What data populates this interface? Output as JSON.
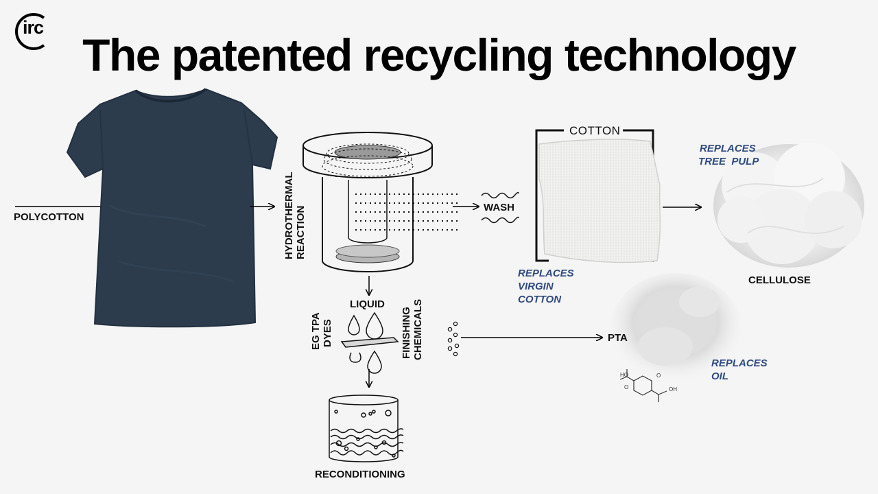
{
  "logo": {
    "text": "irc"
  },
  "title": "The patented recycling technology",
  "labels": {
    "input": "POLYCOTTON",
    "process_line1": "HYDROTHERMAL",
    "process_line2": "REACTION",
    "wash": "WASH",
    "cotton": "COTTON",
    "cotton_replaces": [
      "REPLACES",
      "VIRGIN",
      "COTTON"
    ],
    "cellulose_replaces": [
      "REPLACES",
      "TREE  PULP"
    ],
    "cellulose": "CELLULOSE",
    "liquid": "LIQUID",
    "liquid_left_line1": "EG TPA",
    "liquid_left_line2": "DYES",
    "liquid_right_line1": "FINISHING",
    "liquid_right_line2": "CHEMICALS",
    "pta": "PTA",
    "pta_replaces": [
      "REPLACES",
      "OIL"
    ],
    "reconditioning": "RECONDITIONING",
    "molecule_ho": "HO",
    "molecule_oh": "OH",
    "molecule_o1": "O",
    "molecule_o2": "O"
  },
  "icons": [
    "irc-logo-icon",
    "tshirt-image",
    "reactor-vessel-icon",
    "wave-icon",
    "cotton-fabric-image",
    "cellulose-fiber-image",
    "droplets-icon",
    "bubbles-icon",
    "pta-powder-image",
    "molecule-icon",
    "tank-icon"
  ],
  "colors": {
    "shirt": "#2c3c4d",
    "accent_text": "#2f4a7f",
    "background": "#f5f5f5"
  }
}
